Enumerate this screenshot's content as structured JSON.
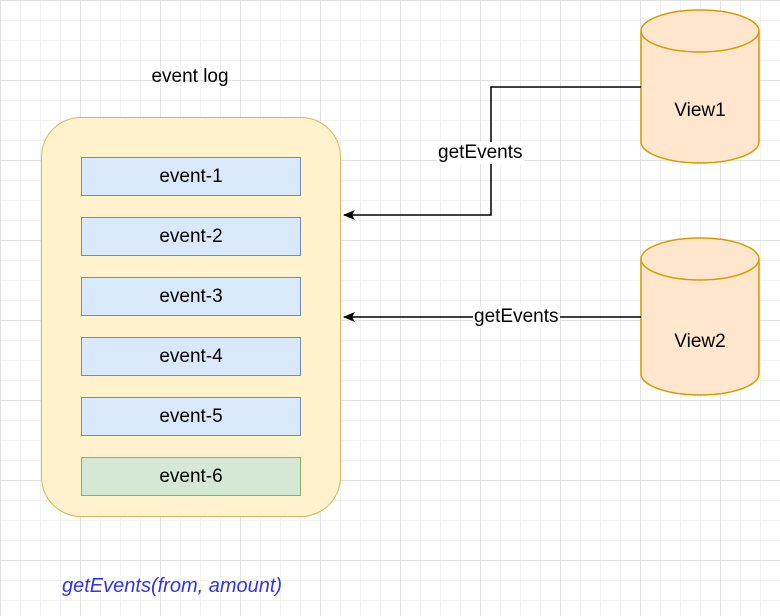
{
  "diagram": {
    "log_label": "event log",
    "events": [
      {
        "label": "event-1",
        "state": "existing"
      },
      {
        "label": "event-2",
        "state": "existing"
      },
      {
        "label": "event-3",
        "state": "existing"
      },
      {
        "label": "event-4",
        "state": "existing"
      },
      {
        "label": "event-5",
        "state": "existing"
      },
      {
        "label": "event-6",
        "state": "new"
      }
    ],
    "views": [
      {
        "label": "View1"
      },
      {
        "label": "View2"
      }
    ],
    "edges": [
      {
        "from": "View1",
        "to": "event log",
        "label": "getEvents"
      },
      {
        "from": "View2",
        "to": "event log",
        "label": "getEvents"
      }
    ],
    "caption": "getEvents(from, amount)",
    "colors": {
      "log_fill": "#fff2cc",
      "log_stroke": "#d6b656",
      "event_fill": "#dae8fc",
      "event_stroke": "#6c8ebf",
      "new_event_fill": "#d5e8d4",
      "new_event_stroke": "#82b366",
      "view_fill": "#ffe6cc",
      "view_stroke": "#d79b00",
      "caption": "#3333ee"
    }
  }
}
